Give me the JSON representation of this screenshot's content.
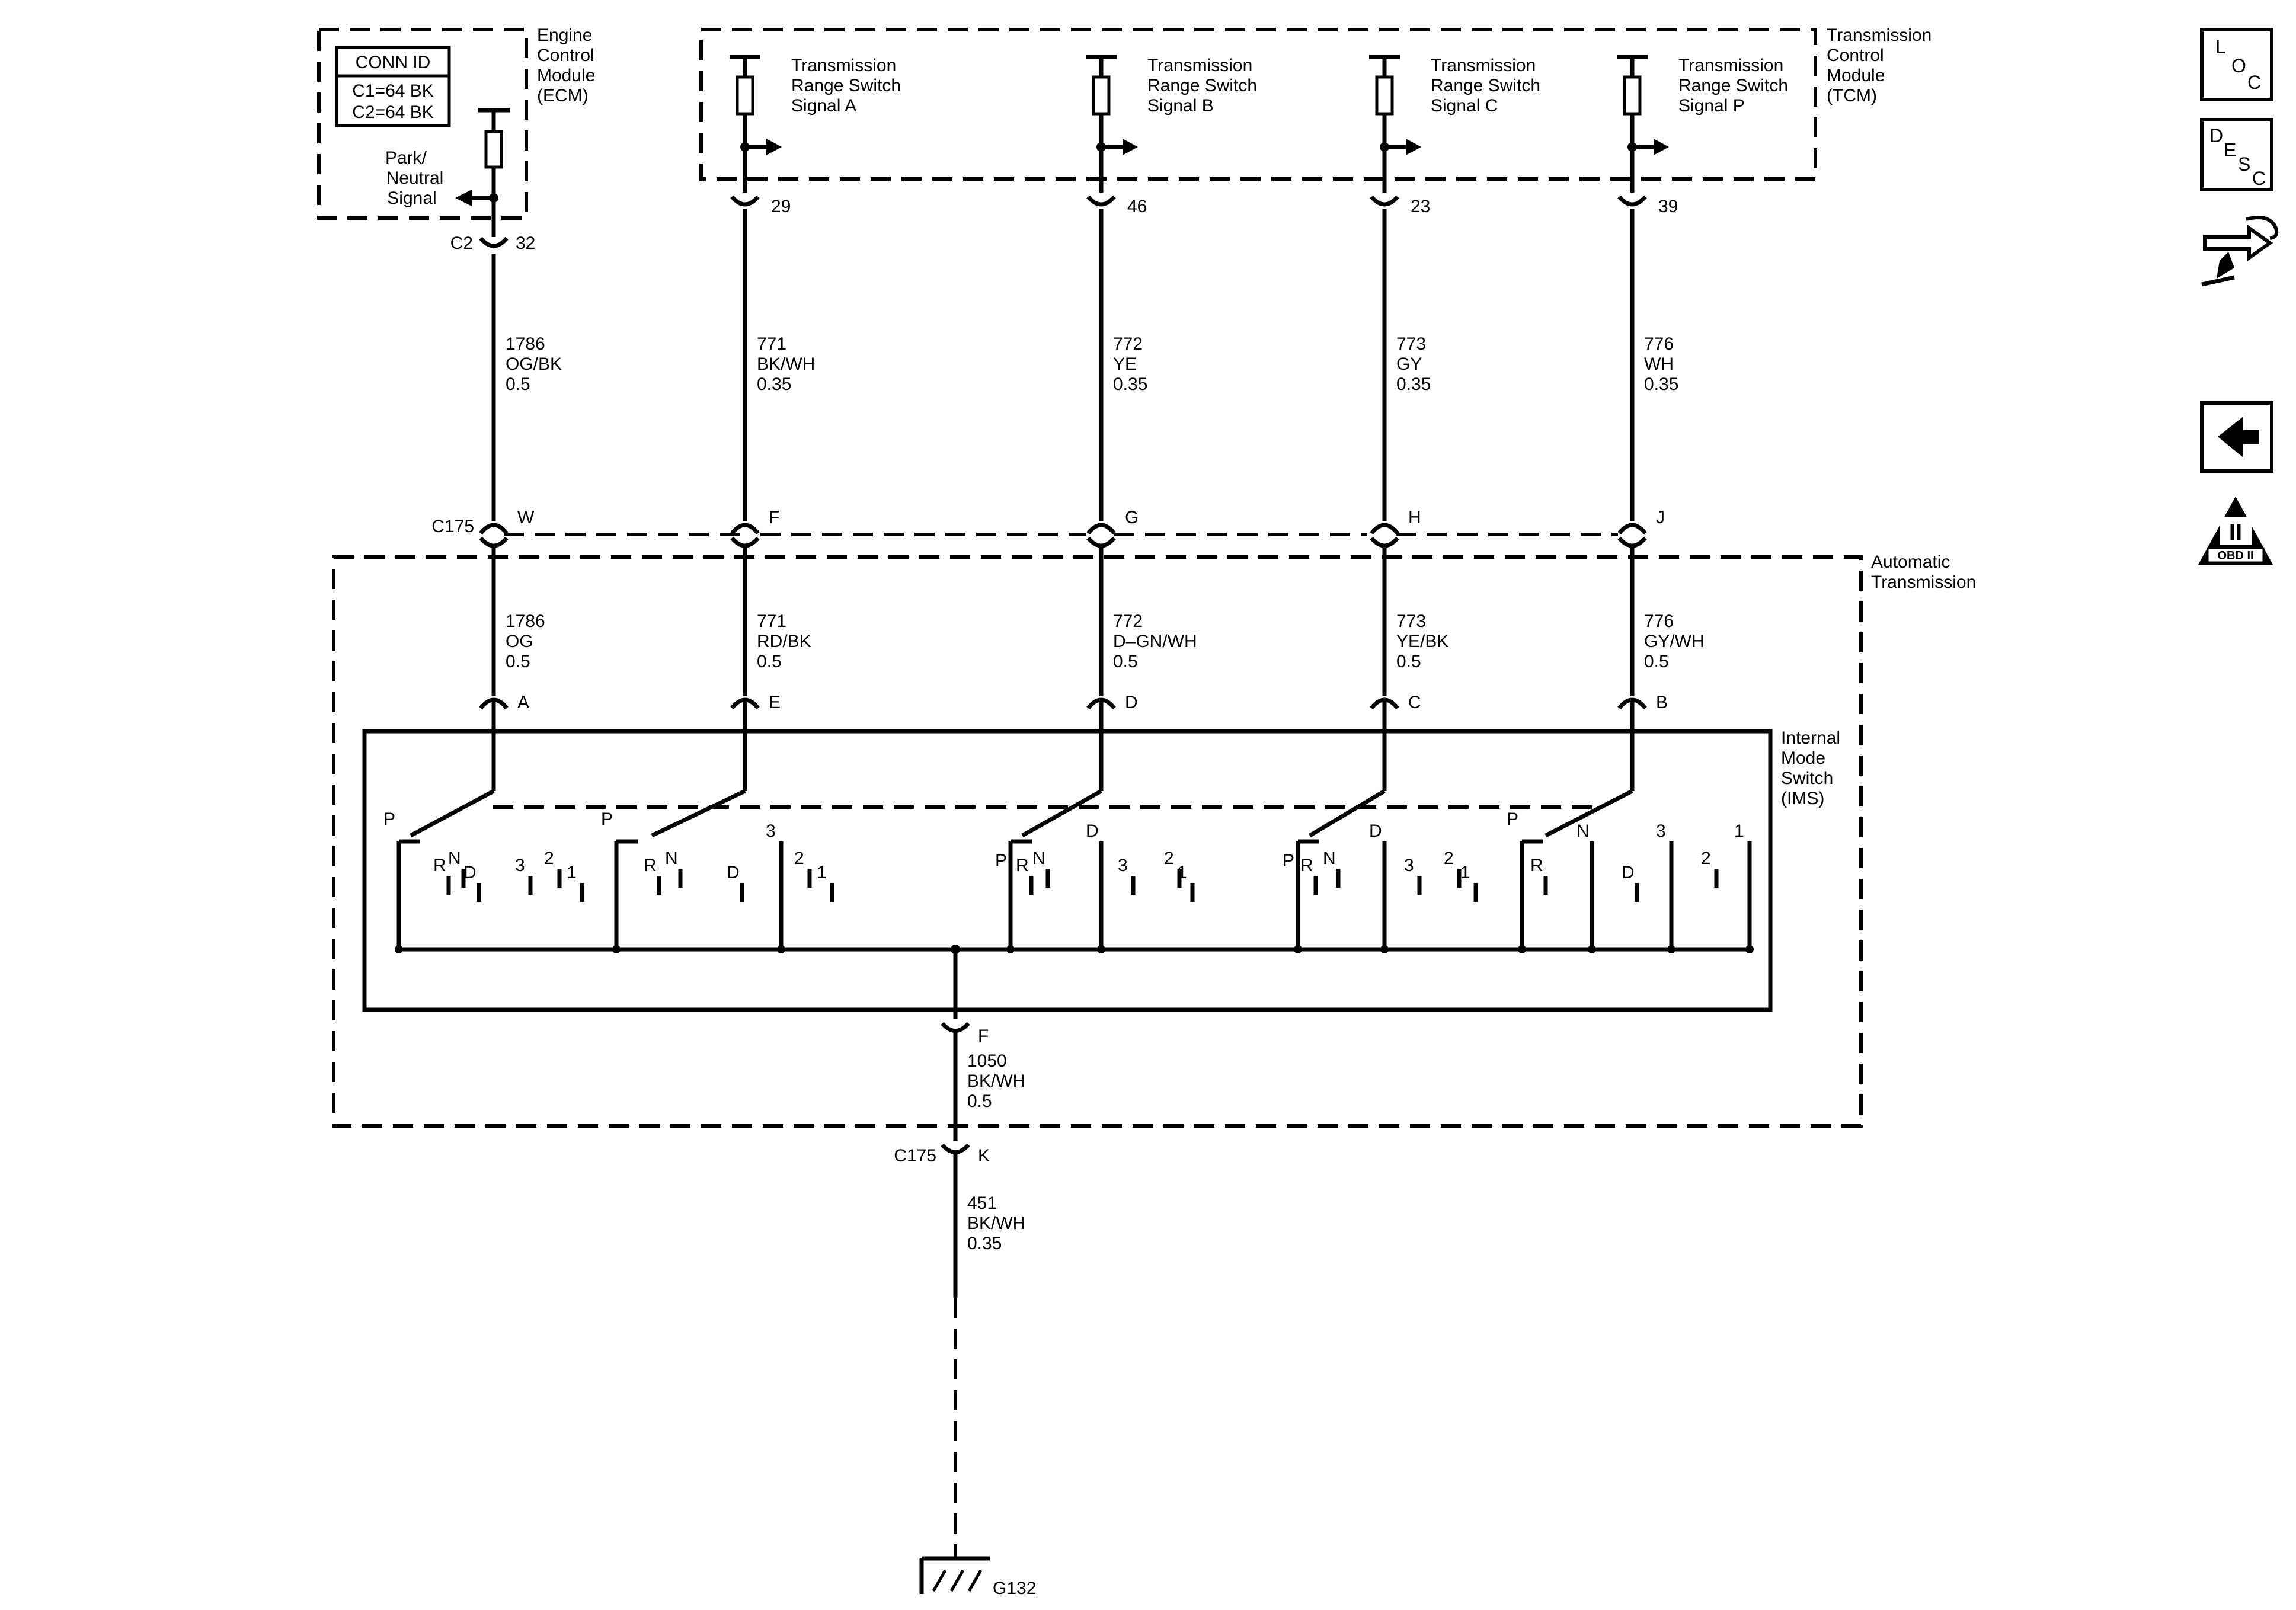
{
  "modules": {
    "ecm": {
      "lines": [
        "Engine",
        "Control",
        "Module",
        "(ECM)"
      ]
    },
    "tcm": {
      "lines": [
        "Transmission",
        "Control",
        "Module",
        "(TCM)"
      ]
    },
    "auto_trans": {
      "lines": [
        "Automatic",
        "Transmission"
      ]
    },
    "ims": {
      "lines": [
        "Internal",
        "Mode",
        "Switch",
        "(IMS)"
      ]
    }
  },
  "conn_id": {
    "title": "CONN ID",
    "rows": [
      "C1=64 BK",
      "C2=64 BK"
    ]
  },
  "ecm_signal": {
    "lines": [
      "Park/",
      "Neutral",
      "Signal"
    ],
    "connector": "C2",
    "pin": "32"
  },
  "tcm_signals": [
    {
      "lines": [
        "Transmission",
        "Range Switch",
        "Signal A"
      ],
      "pin": "29"
    },
    {
      "lines": [
        "Transmission",
        "Range Switch",
        "Signal B"
      ],
      "pin": "46"
    },
    {
      "lines": [
        "Transmission",
        "Range Switch",
        "Signal C"
      ],
      "pin": "23"
    },
    {
      "lines": [
        "Transmission",
        "Range Switch",
        "Signal P"
      ],
      "pin": "39"
    }
  ],
  "upper_wires": [
    {
      "circuit": "1786",
      "color": "OG/BK",
      "size": "0.5"
    },
    {
      "circuit": "771",
      "color": "BK/WH",
      "size": "0.35"
    },
    {
      "circuit": "772",
      "color": "YE",
      "size": "0.35"
    },
    {
      "circuit": "773",
      "color": "GY",
      "size": "0.35"
    },
    {
      "circuit": "776",
      "color": "WH",
      "size": "0.35"
    }
  ],
  "c175": {
    "name": "C175",
    "pins": [
      "W",
      "F",
      "G",
      "H",
      "J"
    ]
  },
  "lower_wires": [
    {
      "circuit": "1786",
      "color": "OG",
      "size": "0.5"
    },
    {
      "circuit": "771",
      "color": "RD/BK",
      "size": "0.5"
    },
    {
      "circuit": "772",
      "color": "D–GN/WH",
      "size": "0.5"
    },
    {
      "circuit": "773",
      "color": "YE/BK",
      "size": "0.5"
    },
    {
      "circuit": "776",
      "color": "GY/WH",
      "size": "0.5"
    }
  ],
  "ims_pins": [
    "A",
    "E",
    "D",
    "C",
    "B"
  ],
  "positions": [
    "P",
    "R",
    "N",
    "D",
    "3",
    "2",
    "1"
  ],
  "ground": {
    "ims_pin": "F",
    "wire1": {
      "circuit": "1050",
      "color": "BK/WH",
      "size": "0.5"
    },
    "c175_name": "C175",
    "c175_pin": "K",
    "wire2": {
      "circuit": "451",
      "color": "BK/WH",
      "size": "0.35"
    },
    "ground_id": "G132"
  },
  "nav": {
    "loc": [
      "L",
      "O",
      "C"
    ],
    "desc": [
      "D",
      "E",
      "S",
      "C"
    ],
    "obd_numeral": "II",
    "obd_label": "OBD II"
  }
}
